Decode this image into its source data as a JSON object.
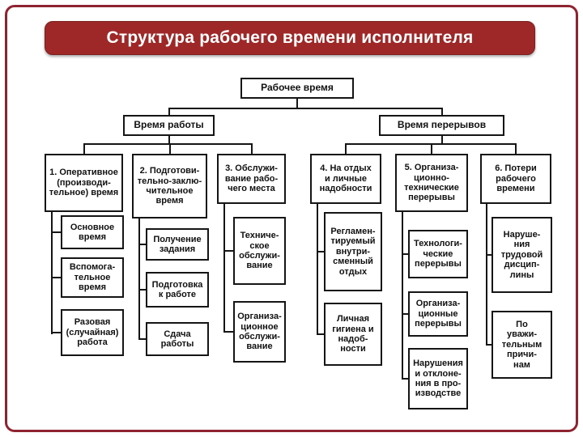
{
  "colors": {
    "frame": "#8f2430",
    "title_bg": "#9e2828",
    "title_text": "#ffffff",
    "box_border": "#151515",
    "box_bg": "#ffffff",
    "box_text": "#111111"
  },
  "title": {
    "label": "Структура рабочего времени исполнителя"
  },
  "root": {
    "label": "Рабочее время"
  },
  "branches": [
    {
      "label": "Время работы"
    },
    {
      "label": "Время перерывов"
    }
  ],
  "columns": [
    {
      "label": "1. Оперативное\n(производи-\nтельное) время",
      "children": [
        {
          "label": "Основное\nвремя"
        },
        {
          "label": "Вспомога-\nтельное\nвремя"
        },
        {
          "label": "Разовая\n(случайная)\nработа"
        }
      ]
    },
    {
      "label": "2. Подготови-\nтельно-заклю-\nчительное\nвремя",
      "children": [
        {
          "label": "Получение\nзадания"
        },
        {
          "label": "Подготовка\nк работе"
        },
        {
          "label": "Сдача\nработы"
        }
      ]
    },
    {
      "label": "3. Обслужи-\nвание рабо-\nчего места",
      "children": [
        {
          "label": "Техниче-\nское\nобслужи-\nвание"
        },
        {
          "label": "Организа-\nционное\nобслужи-\nвание"
        }
      ]
    },
    {
      "label": "4. На отдых\nи личные\nнадобности",
      "children": [
        {
          "label": "Регламен-\nтируемый\nвнутри-\nсменный\nотдых"
        },
        {
          "label": "Личная\nгигиена и\nнадоб-\nности"
        }
      ]
    },
    {
      "label": "5. Организа-\nционно-\nтехнические\nперерывы",
      "children": [
        {
          "label": "Технологи-\nческие\nперерывы"
        },
        {
          "label": "Организа-\nционные\nперерывы"
        },
        {
          "label": "Нарушения\nи отклоне-\nния в про-\nизводстве"
        }
      ]
    },
    {
      "label": "6. Потери\nрабочего\nвремени",
      "children": [
        {
          "label": "Наруше-\nния\nтрудовой\nдисцип-\nлины"
        },
        {
          "label": "По\nуважи-\nтельным\nпричи-\nнам"
        }
      ]
    }
  ]
}
